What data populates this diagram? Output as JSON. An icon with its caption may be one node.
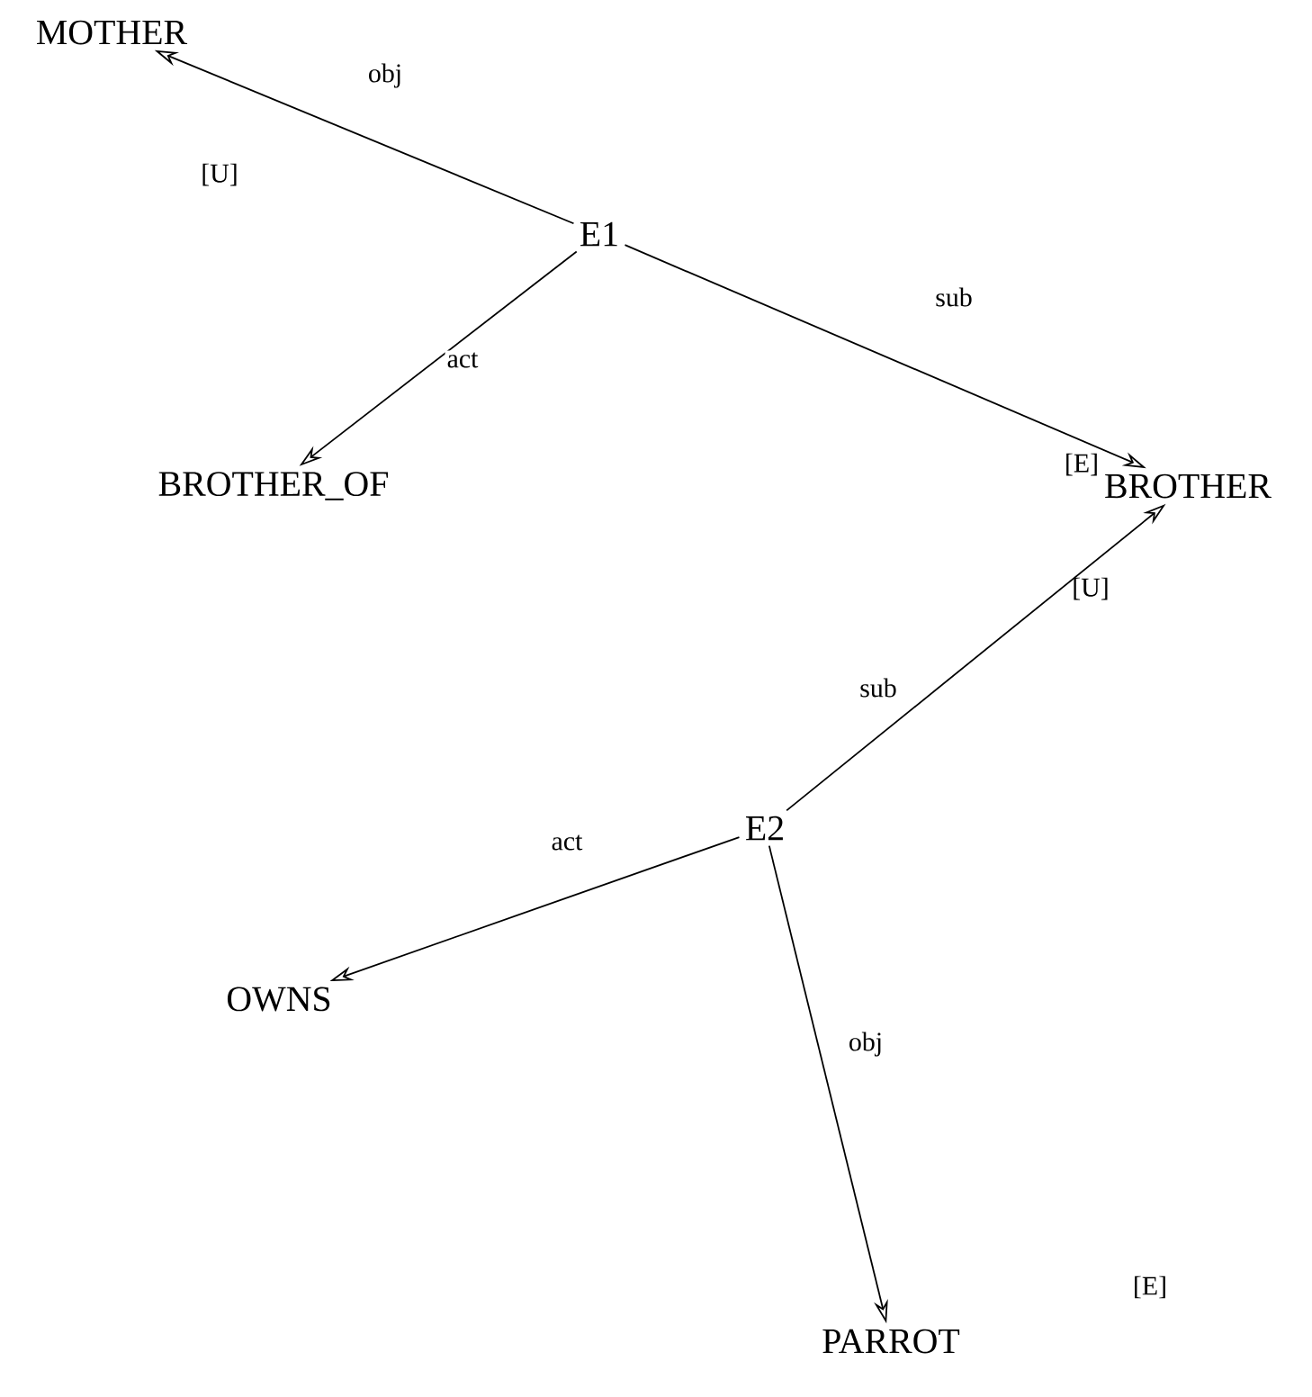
{
  "diagram": {
    "nodes": [
      {
        "text": [
          "MOTHER"
        ]
      },
      {
        "text": [
          "E1"
        ]
      },
      {
        "text": [
          "BROTHER_OF"
        ]
      },
      {
        "text": [
          "BROTHER"
        ]
      },
      {
        "text": [
          "E2"
        ]
      },
      {
        "text": [
          "OWNS"
        ]
      },
      {
        "text": [
          "PARROT"
        ]
      }
    ],
    "edges": [
      {
        "from": 1,
        "to": 0,
        "arrow": "to",
        "label": "obj"
      },
      {
        "from": 1,
        "to": 2,
        "arrow": "to",
        "label": "act"
      },
      {
        "from": 1,
        "to": 3,
        "arrow": "to",
        "label": "sub"
      },
      {
        "from": 4,
        "to": 3,
        "arrow": "to",
        "label": "sub"
      },
      {
        "from": 4,
        "to": 5,
        "arrow": "to",
        "label": "act"
      },
      {
        "from": 4,
        "to": 6,
        "arrow": "to",
        "label": "obj"
      }
    ],
    "labels": [
      "[U]",
      "[E]",
      "[U]",
      "[E]"
    ]
  }
}
